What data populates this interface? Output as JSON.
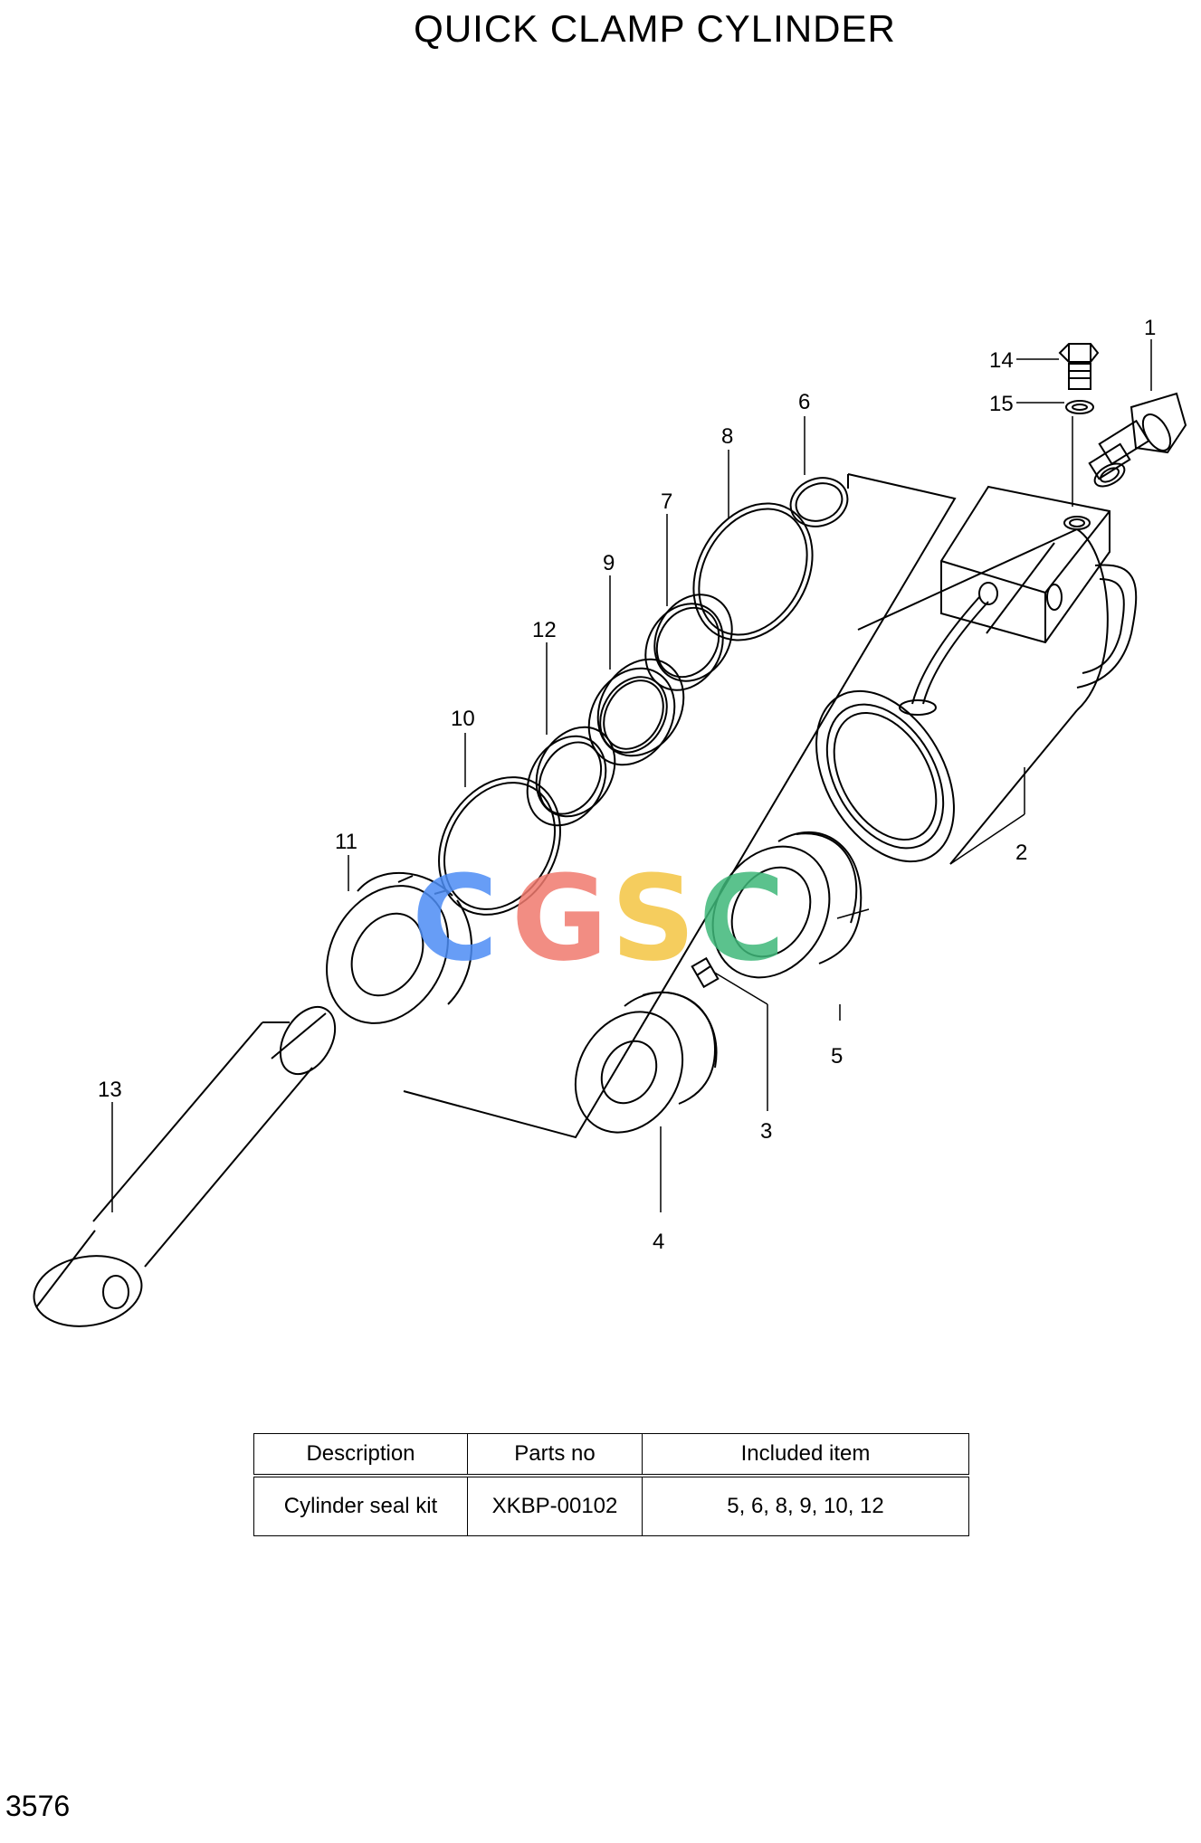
{
  "title": "QUICK CLAMP CYLINDER",
  "page_number": "3576",
  "watermark": {
    "letters": [
      "C",
      "G",
      "S",
      "C"
    ],
    "colors": [
      "#4d8df5",
      "#f07a6e",
      "#f4c542",
      "#3fb87a"
    ]
  },
  "callouts": {
    "p1": "1",
    "p2": "2",
    "p3": "3",
    "p4": "4",
    "p5": "5",
    "p6": "6",
    "p7": "7",
    "p8": "8",
    "p9": "9",
    "p10": "10",
    "p11": "11",
    "p12": "12",
    "p13": "13",
    "p14": "14",
    "p15": "15"
  },
  "table": {
    "headers": [
      "Description",
      "Parts no",
      "Included item"
    ],
    "rows": [
      [
        "Cylinder seal kit",
        "XKBP-00102",
        "5, 6, 8, 9, 10, 12"
      ]
    ]
  }
}
